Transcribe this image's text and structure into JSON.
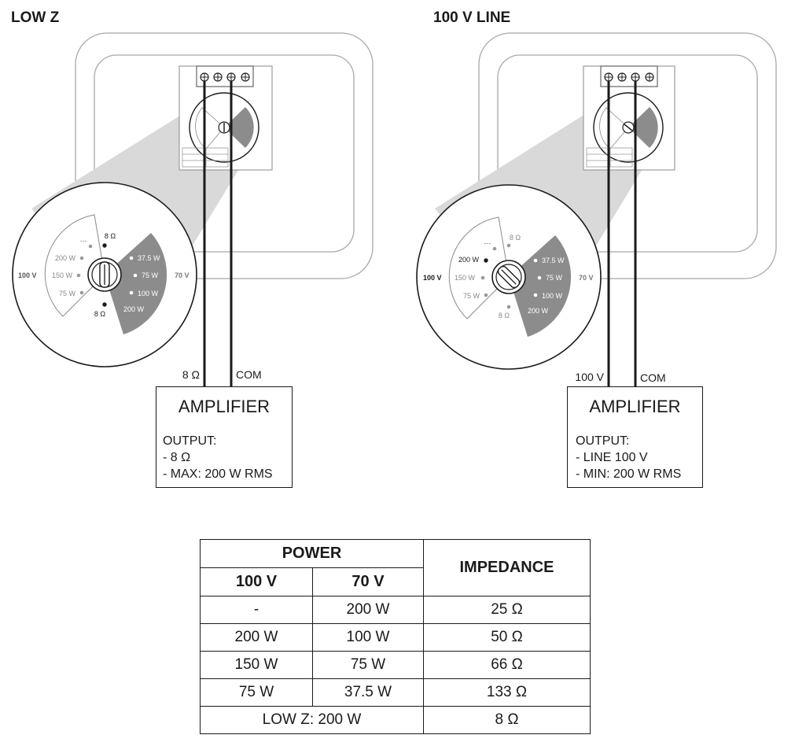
{
  "headings": {
    "low_z": "LOW Z",
    "line_100v": "100 V LINE"
  },
  "left": {
    "zoom": {
      "left_options": [
        "200 W",
        "150 W",
        "75 W"
      ],
      "right_options": [
        "37.5 W",
        "75 W",
        "100 W",
        "200 W"
      ],
      "top_mark": "8 Ω",
      "bottom_mark": "8 Ω",
      "dash": "---",
      "label_100v": "100 V",
      "label_70v": "70 V"
    },
    "wire_labels": {
      "signal": "8 Ω",
      "common": "COM"
    },
    "amplifier": {
      "title": "AMPLIFIER",
      "lines": [
        "OUTPUT:",
        "- 8 Ω",
        "- MAX: 200 W RMS"
      ]
    }
  },
  "right": {
    "zoom": {
      "left_options": [
        "200 W",
        "150 W",
        "75 W"
      ],
      "right_options": [
        "37.5 W",
        "75 W",
        "100 W",
        "200 W"
      ],
      "top_mark": "8 Ω",
      "bottom_mark": "8 Ω",
      "dash": "---",
      "label_100v": "100 V",
      "label_70v": "70 V"
    },
    "wire_labels": {
      "signal": "100 V",
      "common": "COM"
    },
    "amplifier": {
      "title": "AMPLIFIER",
      "lines": [
        "OUTPUT:",
        "- LINE 100 V",
        "- MIN: 200 W RMS"
      ]
    }
  },
  "table": {
    "power_header": "POWER",
    "impedance_header": "IMPEDANCE",
    "col_100v": "100 V",
    "col_70v": "70 V",
    "rows": [
      {
        "v100": "-",
        "v70": "200 W",
        "impedance": "25 Ω"
      },
      {
        "v100": "200 W",
        "v70": "100 W",
        "impedance": "50 Ω"
      },
      {
        "v100": "150 W",
        "v70": "75 W",
        "impedance": "66 Ω"
      },
      {
        "v100": "75 W",
        "v70": "37.5 W",
        "impedance": "133 Ω"
      }
    ],
    "low_z_row": {
      "label": "LOW Z: 200 W",
      "impedance": "8 Ω"
    }
  },
  "colors": {
    "line": "#1a1a1a",
    "outline": "#9a9a9a",
    "dial_fill": "#8c8c8c",
    "zoom_cone": "#d9d9d9"
  }
}
